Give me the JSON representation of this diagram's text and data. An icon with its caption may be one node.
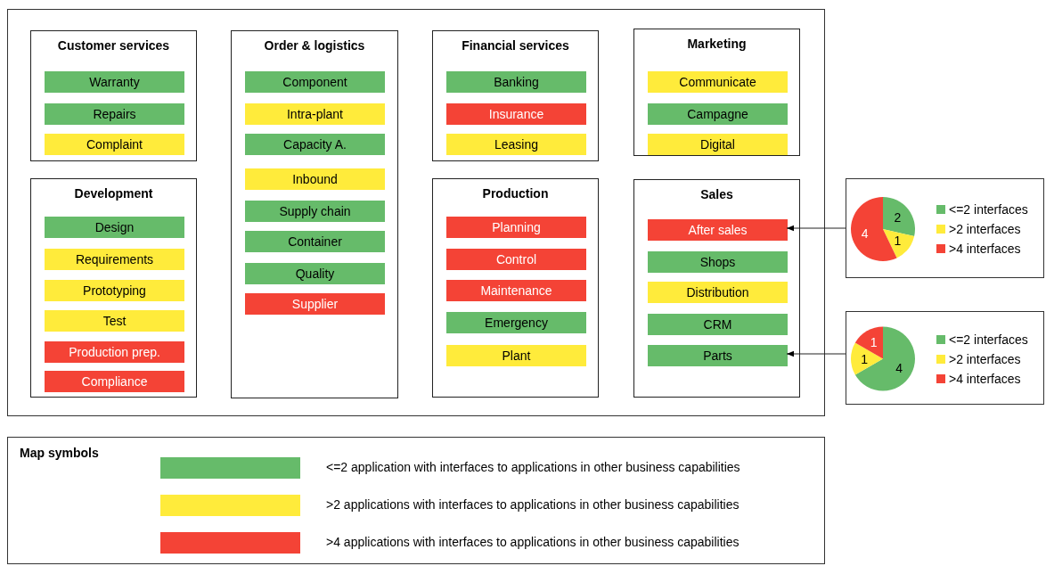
{
  "diagram": {
    "nodes": [
      {
        "text": [],
        "shape": "box"
      },
      {
        "text": [
          "Customer services"
        ],
        "in": 0
      },
      {
        "text": [
          "Warranty"
        ],
        "in": 1
      },
      {
        "text": [
          "Repairs"
        ],
        "in": 1
      },
      {
        "text": [
          "Complaint"
        ],
        "in": 1
      },
      {
        "text": [
          "Order & logistics"
        ],
        "in": 0
      },
      {
        "text": [
          "Component"
        ],
        "in": 5
      },
      {
        "text": [
          "Intra-plant"
        ],
        "in": 5
      },
      {
        "text": [
          "Capacity A."
        ],
        "in": 5
      },
      {
        "text": [
          "Inbound"
        ],
        "in": 5
      },
      {
        "text": [
          "Supply chain"
        ],
        "in": 5
      },
      {
        "text": [
          "Container"
        ],
        "in": 5
      },
      {
        "text": [
          "Quality"
        ],
        "in": 5
      },
      {
        "text": [
          "Supplier"
        ],
        "in": 5
      },
      {
        "text": [
          "Financial services"
        ],
        "in": 0
      },
      {
        "text": [
          "Banking"
        ],
        "in": 14
      },
      {
        "text": [
          "Insurance"
        ],
        "in": 14
      },
      {
        "text": [
          "Leasing"
        ],
        "in": 14
      },
      {
        "text": [
          "Marketing"
        ],
        "in": 0
      },
      {
        "text": [
          "Communicate"
        ],
        "in": 18
      },
      {
        "text": [
          "Campagne"
        ],
        "in": 18
      },
      {
        "text": [
          "Digital"
        ],
        "in": 18
      },
      {
        "text": [
          "Development"
        ],
        "in": 0
      },
      {
        "text": [
          "Design"
        ],
        "in": 22
      },
      {
        "text": [
          "Requirements"
        ],
        "in": 22
      },
      {
        "text": [
          "Prototyping"
        ],
        "in": 22
      },
      {
        "text": [
          "Test"
        ],
        "in": 22
      },
      {
        "text": [
          "Production prep."
        ],
        "in": 22
      },
      {
        "text": [
          "Compliance"
        ],
        "in": 22
      },
      {
        "text": [
          "Production"
        ],
        "in": 0
      },
      {
        "text": [
          "Planning"
        ],
        "in": 29
      },
      {
        "text": [
          "Control"
        ],
        "in": 29
      },
      {
        "text": [
          "Maintenance"
        ],
        "in": 29
      },
      {
        "text": [
          "Emergency"
        ],
        "in": 29
      },
      {
        "text": [
          "Plant"
        ],
        "in": 29
      },
      {
        "text": [
          "Sales"
        ],
        "in": 0
      },
      {
        "text": [
          "After sales"
        ],
        "in": 35
      },
      {
        "text": [
          "Shops"
        ],
        "in": 35
      },
      {
        "text": [
          "Distribution"
        ],
        "in": 35
      },
      {
        "text": [
          "CRM"
        ],
        "in": 35
      },
      {
        "text": [
          "Parts"
        ],
        "in": 35
      },
      {
        "text": [],
        "shape": "box"
      },
      {
        "text": [],
        "shape": "box"
      }
    ],
    "edges": [
      {
        "from": 41,
        "to": 36,
        "arrow": "to"
      },
      {
        "from": 42,
        "to": 40,
        "arrow": "to"
      }
    ],
    "labels": [
      "Map symbols"
    ],
    "legend": [
      {
        "text": "<=2 application with interfaces to applications in other business capabilities",
        "color": "#66bb6a"
      },
      {
        "text": ">2 applications with interfaces to applications in other business capabilities",
        "color": "#ffeb3b"
      },
      {
        "text": ">4 applications with interfaces to applications in other business capabilities",
        "color": "#f44336"
      }
    ],
    "chart_data": [
      {
        "type": "pie",
        "categories": [
          "<=2 interfaces",
          ">2 interfaces",
          ">4 interfaces"
        ],
        "values": [
          2,
          1,
          4
        ],
        "data_labels": true,
        "legend": "right"
      },
      {
        "type": "pie",
        "categories": [
          "<=2 interfaces",
          ">2 interfaces",
          ">4 interfaces"
        ],
        "values": [
          4,
          1,
          1
        ],
        "data_labels": true,
        "legend": "right"
      }
    ]
  }
}
